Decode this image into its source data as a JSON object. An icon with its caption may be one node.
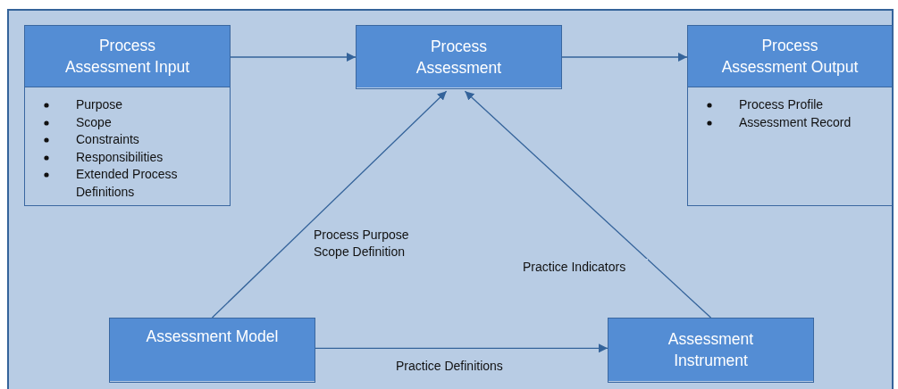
{
  "diagram": {
    "nodes": [
      {
        "text": [
          "Process Assessment Input",
          "Purpose",
          "Scope",
          "Constraints",
          "Responsibilities",
          "Extended Process Definitions"
        ]
      },
      {
        "text": [
          "Process Assessment"
        ]
      },
      {
        "text": [
          "Process Assessment Output",
          "Process Profile",
          "Assessment Record"
        ]
      },
      {
        "text": [
          "Assessment Model"
        ]
      },
      {
        "text": [
          "Assessment Instrument"
        ]
      }
    ],
    "edges": [
      {
        "from": 0,
        "to": 1,
        "arrow": "to"
      },
      {
        "from": 1,
        "to": 2,
        "arrow": "to"
      },
      {
        "from": 3,
        "to": 1,
        "arrow": "to",
        "label": "Process Purpose Scope Definition"
      },
      {
        "from": 4,
        "to": 1,
        "arrow": "to",
        "label": "Practice Indicators"
      },
      {
        "from": 3,
        "to": 4,
        "arrow": "to",
        "label": "Practice Definitions"
      }
    ]
  }
}
